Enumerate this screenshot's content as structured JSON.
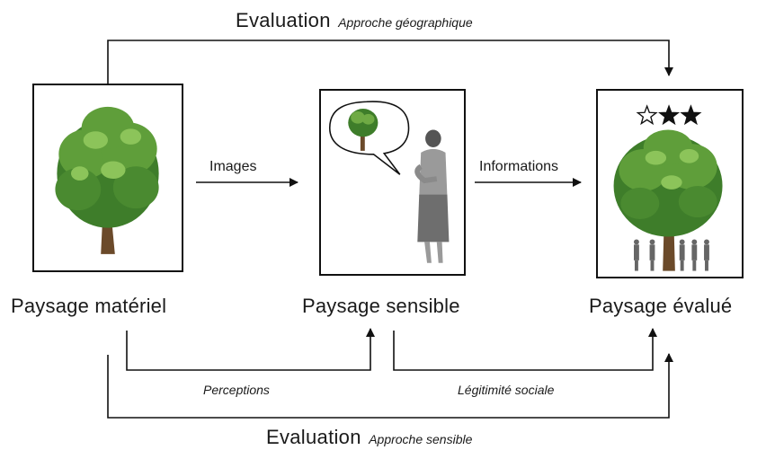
{
  "evaluation_top": {
    "main": "Evaluation",
    "sub": "Approche géographique"
  },
  "evaluation_bottom": {
    "main": "Evaluation",
    "sub": "Approche sensible"
  },
  "nodes": {
    "material": {
      "label": "Paysage matériel"
    },
    "sensible": {
      "label": "Paysage sensible"
    },
    "evaluated": {
      "label": "Paysage évalué",
      "rating": {
        "filled": 2,
        "max": 3
      }
    }
  },
  "edges": {
    "images": "Images",
    "informations": "Informations",
    "perceptions": "Perceptions",
    "legitimite": "Légitimité sociale"
  },
  "colors": {
    "line": "#111111",
    "foliage_dark": "#3e7d2a",
    "foliage_mid": "#5f9e3a",
    "foliage_light": "#8cc45a",
    "trunk": "#6b4a2a",
    "person": "#8a8a8a"
  }
}
